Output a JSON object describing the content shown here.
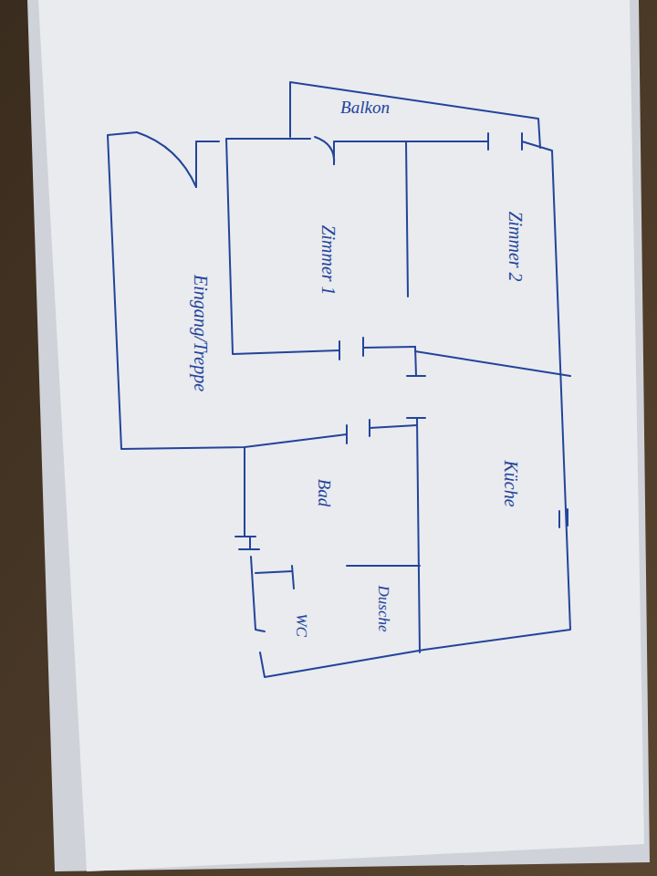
{
  "diagram": {
    "nodes": [
      {
        "text": [
          "Balkon"
        ]
      },
      {
        "text": [
          "Zimmer 2"
        ]
      },
      {
        "text": [
          "Zimmer 1"
        ]
      },
      {
        "text": [
          "Eingang/Treppe"
        ]
      },
      {
        "text": [
          "Küche"
        ]
      },
      {
        "text": [
          "Bad"
        ]
      },
      {
        "text": [
          "Dusche"
        ],
        "in": 5
      },
      {
        "text": [
          "WC"
        ],
        "in": 5
      }
    ]
  }
}
